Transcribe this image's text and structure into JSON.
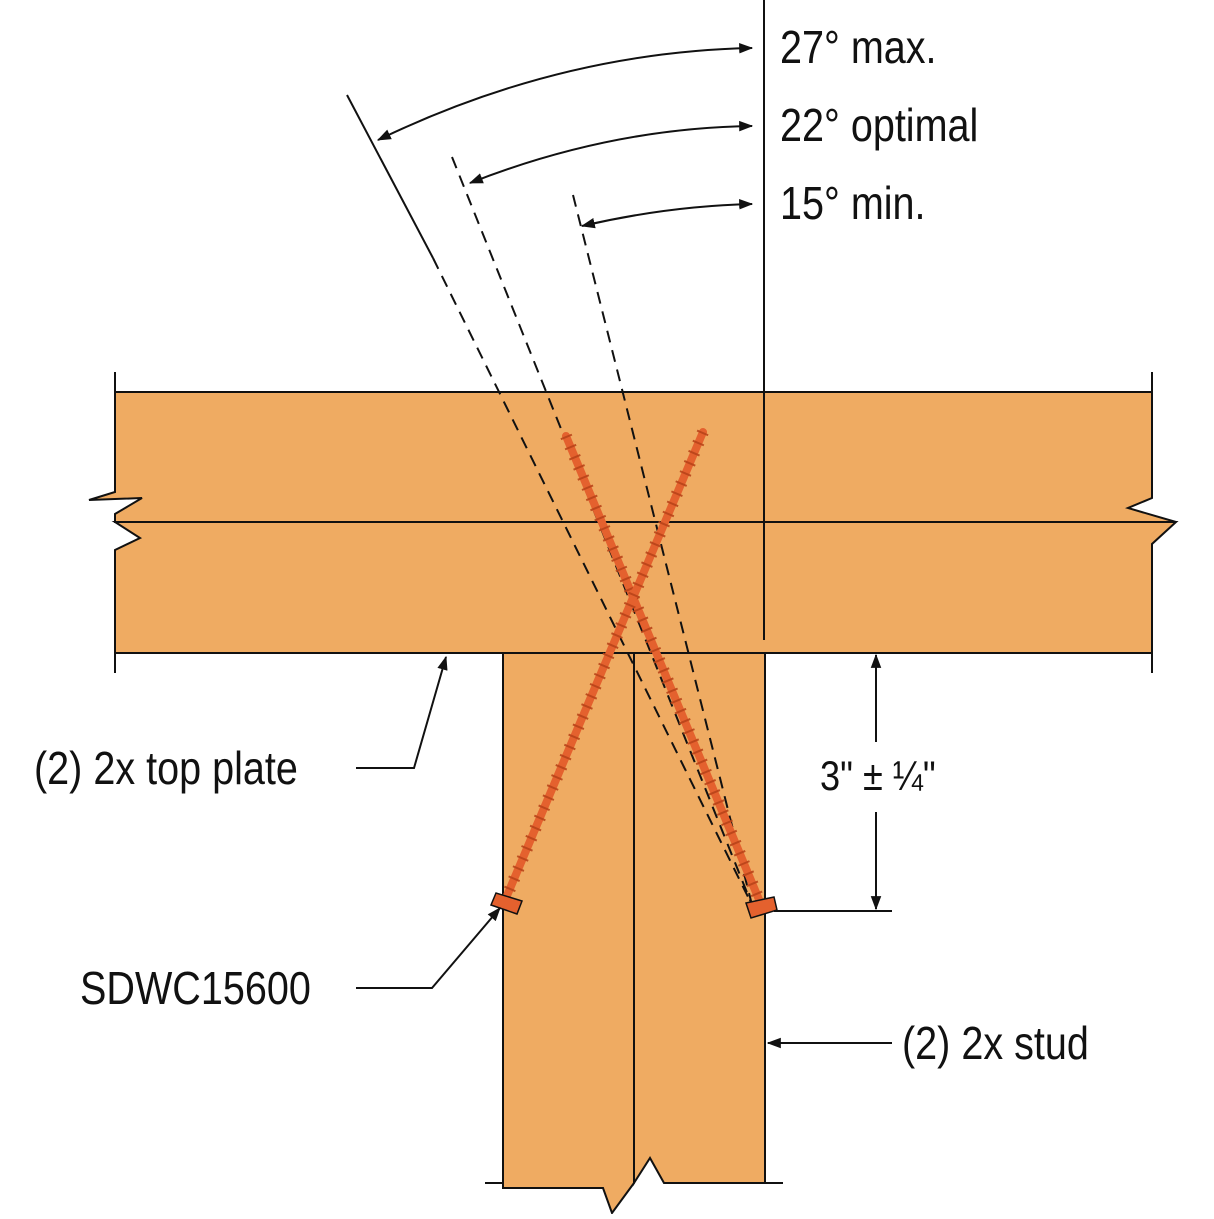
{
  "angles": {
    "max_label": "27° max.",
    "optimal_label": "22° optimal",
    "min_label": "15° min."
  },
  "callouts": {
    "top_plate": "(2) 2x top plate",
    "screw": "SDWC15600",
    "stud": "(2) 2x stud",
    "dimension": "3\" ± ¼\""
  },
  "colors": {
    "lumber": "#efab62",
    "screw": "#e4612e",
    "screw_thread": "#b8441a",
    "line": "#111111"
  }
}
